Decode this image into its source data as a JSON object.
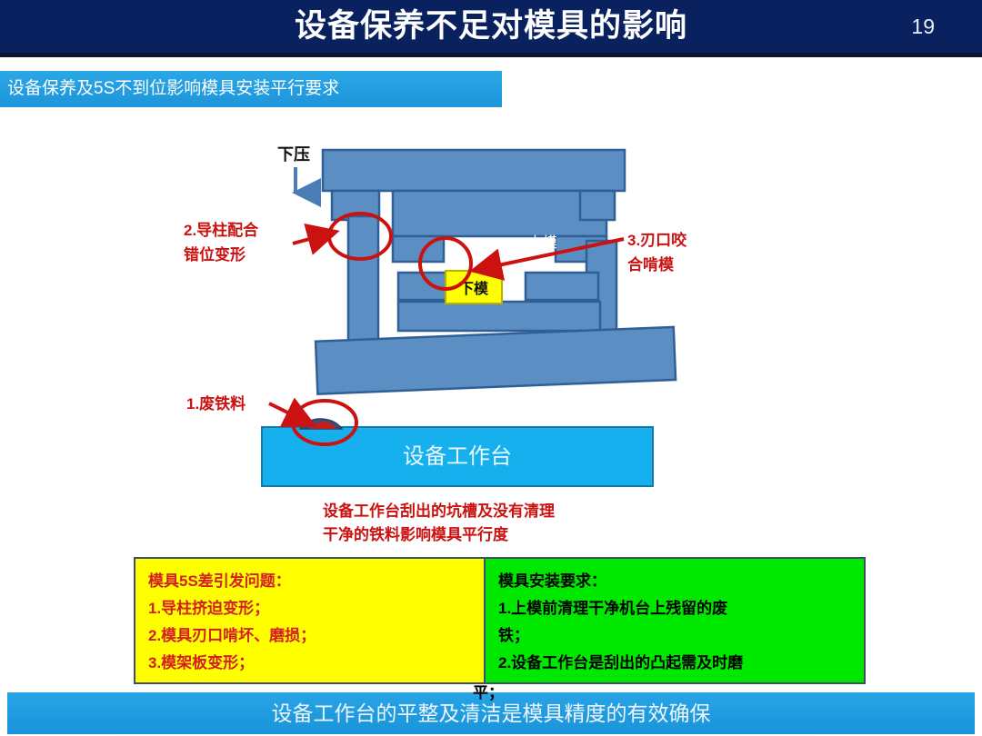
{
  "header": {
    "title": "设备保养不足对模具的影响",
    "page_number": "19",
    "bg_color": "#0a2160"
  },
  "sub_banner": {
    "text": "设备保养及5S不到位影响模具安装平行要求",
    "bg_color": "#1b9ae0"
  },
  "diagram": {
    "press_color": "#5b8fc4",
    "press_stroke": "#2f5f96",
    "table_color": "#16b0ef",
    "die_color": "#ffff00",
    "annotation_color": "#cc1111",
    "labels": {
      "down_force": "下压",
      "upper_die": "上模",
      "lower_die": "下模",
      "work_table": "设备工作台"
    },
    "callouts": [
      {
        "id": "1",
        "line1": "1.废铁料",
        "line2": ""
      },
      {
        "id": "2",
        "line1": "2.导柱配合",
        "line2": "错位变形"
      },
      {
        "id": "3",
        "line1": "3.刃口咬",
        "line2": "合啃模"
      }
    ],
    "caption": {
      "line1": "设备工作台刮出的坑槽及没有清理",
      "line2": "干净的铁料影响模具平行度"
    }
  },
  "boxes": {
    "yellow": {
      "bg_color": "#ffff00",
      "text_color": "#d42020",
      "lines": [
        "模具5S差引发问题：",
        "1.导柱挤迫变形；",
        "2.模具刃口啃坏、磨损；",
        "3.模架板变形；"
      ]
    },
    "green": {
      "bg_color": "#00e800",
      "text_color": "#000000",
      "lines": [
        "模具安装要求：",
        "1.上模前清理干净机台上残留的废",
        "铁；",
        "2.设备工作台是刮出的凸起需及时磨"
      ],
      "overflow_line": "平；"
    }
  },
  "bottom_banner": {
    "text": "设备工作台的平整及清洁是模具精度的有效确保",
    "bg_color": "#1b9ae0"
  }
}
